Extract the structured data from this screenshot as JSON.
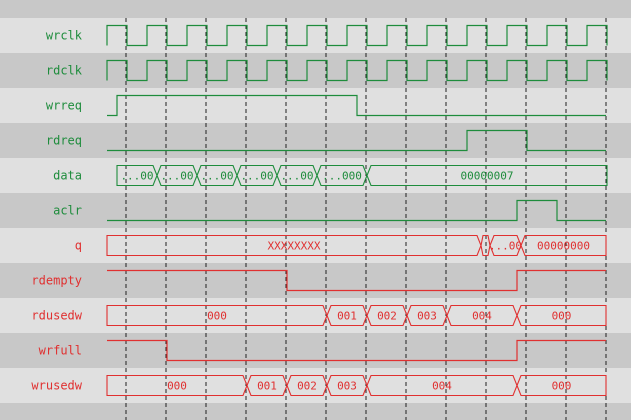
{
  "colors": {
    "row_light": "#e0e0e0",
    "row_dark": "#c8c8c8",
    "input": "#1e8c3c",
    "output": "#e03030",
    "grid": "#202020"
  },
  "signals": [
    {
      "name": "wrclk",
      "dir": "input",
      "kind": "clock"
    },
    {
      "name": "rdclk",
      "dir": "input",
      "kind": "clock"
    },
    {
      "name": "wrreq",
      "dir": "input",
      "kind": "bit",
      "value_labels": []
    },
    {
      "name": "rdreq",
      "dir": "input",
      "kind": "bit",
      "value_labels": []
    },
    {
      "name": "data",
      "dir": "input",
      "kind": "bus",
      "segments": [
        {
          "label": "...00"
        },
        {
          "label": "...00"
        },
        {
          "label": "...00"
        },
        {
          "label": "...00"
        },
        {
          "label": "...00"
        },
        {
          "label": "...000"
        },
        {
          "label": "00000007"
        }
      ]
    },
    {
      "name": "aclr",
      "dir": "input",
      "kind": "bit",
      "value_labels": []
    },
    {
      "name": "q",
      "dir": "output",
      "kind": "bus",
      "segments": [
        {
          "label": "XXXXXXXX"
        },
        {
          "label": ""
        },
        {
          "label": "...00"
        },
        {
          "label": "00000000"
        }
      ]
    },
    {
      "name": "rdempty",
      "dir": "output",
      "kind": "bit",
      "value_labels": []
    },
    {
      "name": "rdusedw",
      "dir": "output",
      "kind": "bus",
      "segments": [
        {
          "label": "000"
        },
        {
          "label": "001"
        },
        {
          "label": "002"
        },
        {
          "label": "003"
        },
        {
          "label": "004"
        },
        {
          "label": "000"
        }
      ]
    },
    {
      "name": "wrfull",
      "dir": "output",
      "kind": "bit",
      "value_labels": []
    },
    {
      "name": "wrusedw",
      "dir": "output",
      "kind": "bus",
      "segments": [
        {
          "label": "000"
        },
        {
          "label": "001"
        },
        {
          "label": "002"
        },
        {
          "label": "003"
        },
        {
          "label": "004"
        },
        {
          "label": "000"
        }
      ]
    }
  ]
}
